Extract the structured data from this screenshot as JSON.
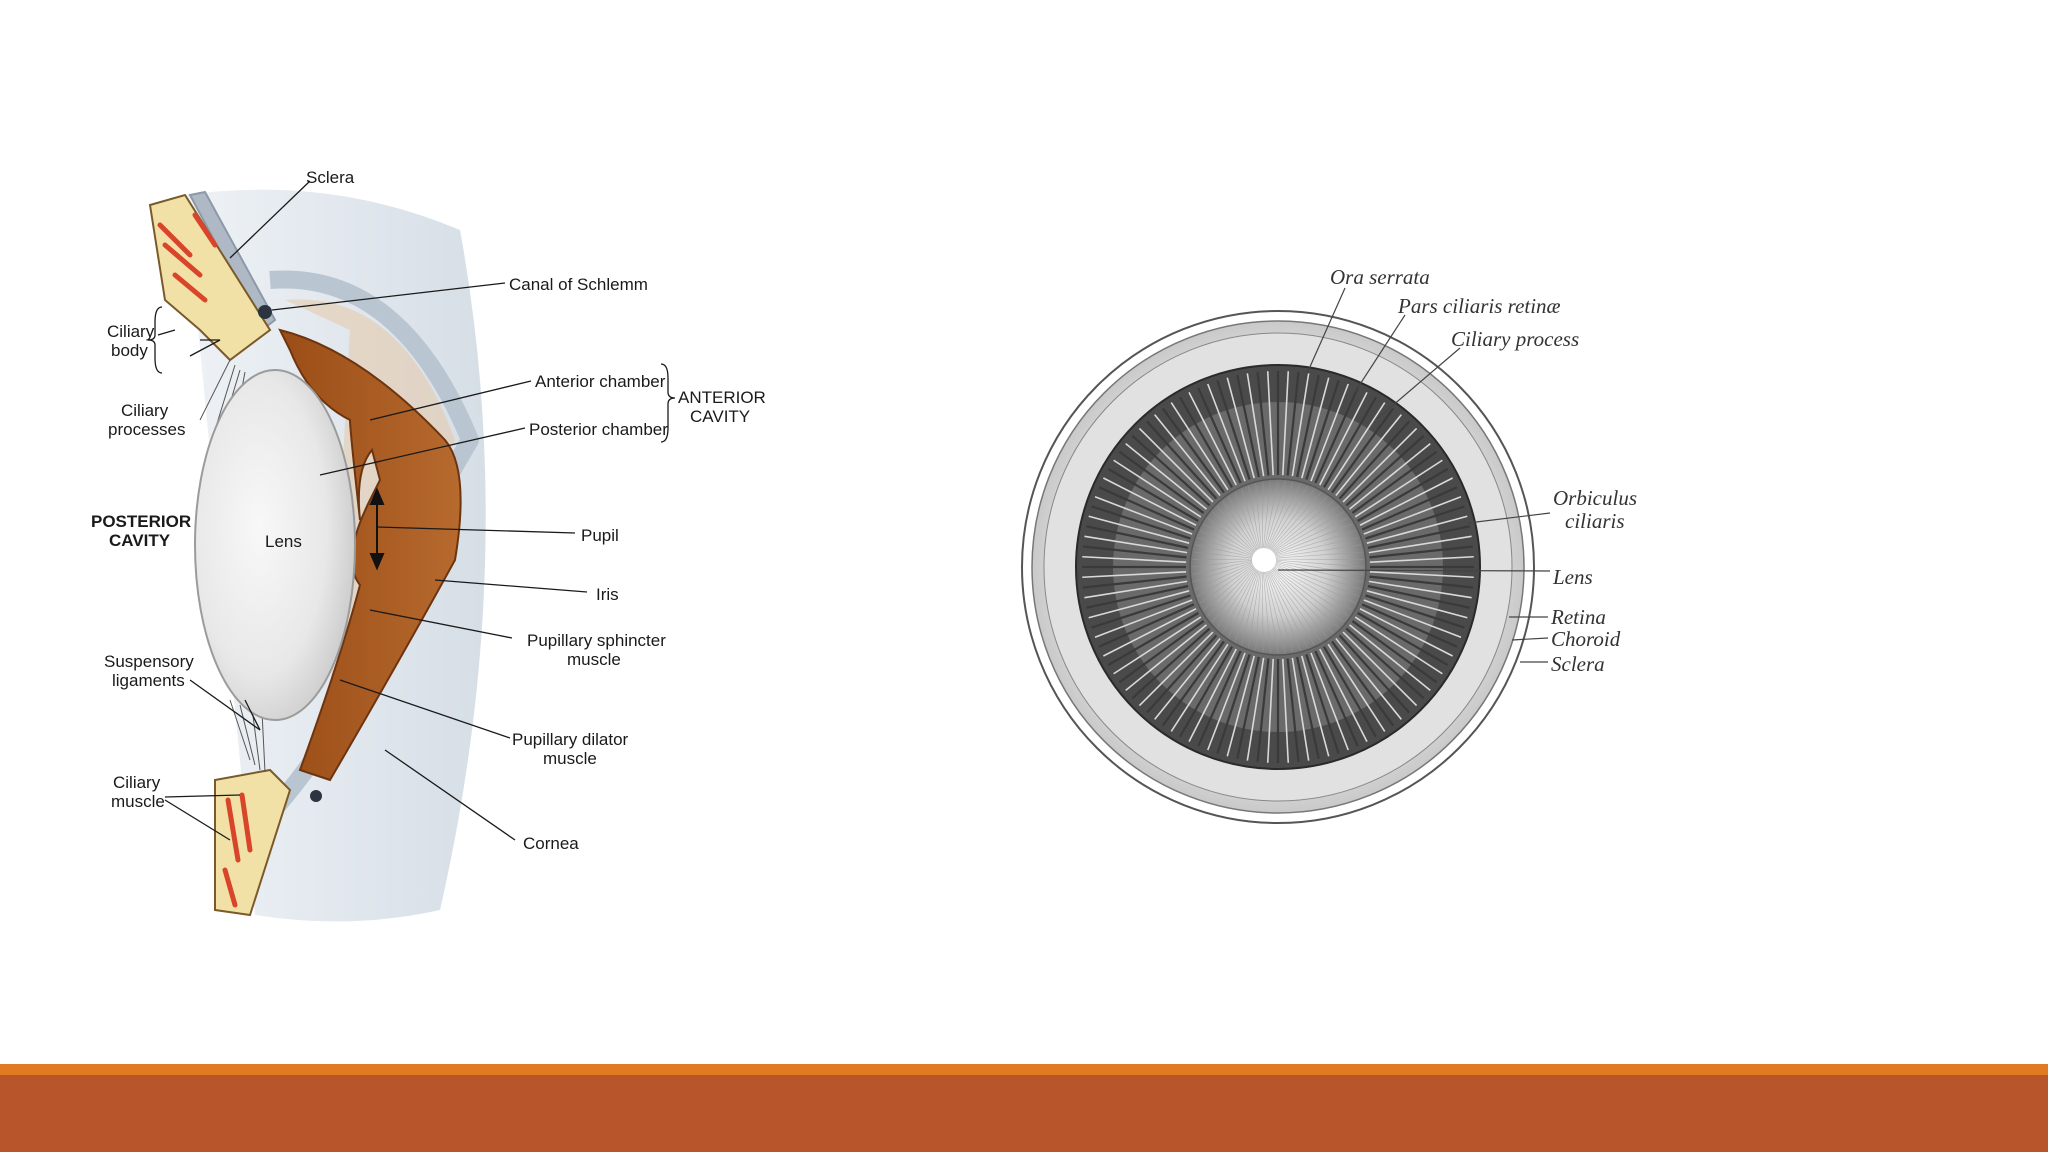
{
  "theme": {
    "background": "#ffffff",
    "bar_top_color": "#E07B22",
    "bar_bottom_color": "#B9552B"
  },
  "left_diagram": {
    "labels": {
      "sclera": "Sclera",
      "canal_of_schlemm": "Canal of Schlemm",
      "ciliary_body": [
        "Ciliary",
        "body"
      ],
      "ciliary_processes": [
        "Ciliary",
        "processes"
      ],
      "anterior_chamber": "Anterior chamber",
      "posterior_chamber": "Posterior chamber",
      "anterior_cavity": [
        "ANTERIOR",
        "CAVITY"
      ],
      "posterior_cavity": [
        "POSTERIOR",
        "CAVITY"
      ],
      "lens": "Lens",
      "pupil": "Pupil",
      "iris": "Iris",
      "pupillary_sphincter_muscle": [
        "Pupillary sphincter",
        "muscle"
      ],
      "suspensory_ligaments": [
        "Suspensory",
        "ligaments"
      ],
      "pupillary_dilator_muscle": [
        "Pupillary dilator",
        "muscle"
      ],
      "ciliary_muscle": [
        "Ciliary",
        "muscle"
      ],
      "cornea": "Cornea"
    }
  },
  "right_diagram": {
    "labels": {
      "ora_serrata": "Ora serrata",
      "pars_ciliaris_retinae": "Pars ciliaris retinæ",
      "ciliary_process": "Ciliary process",
      "orbiculus_ciliaris": [
        "Orbiculus",
        "ciliaris"
      ],
      "lens": "Lens",
      "retina": "Retina",
      "choroid": "Choroid",
      "sclera": "Sclera"
    }
  }
}
